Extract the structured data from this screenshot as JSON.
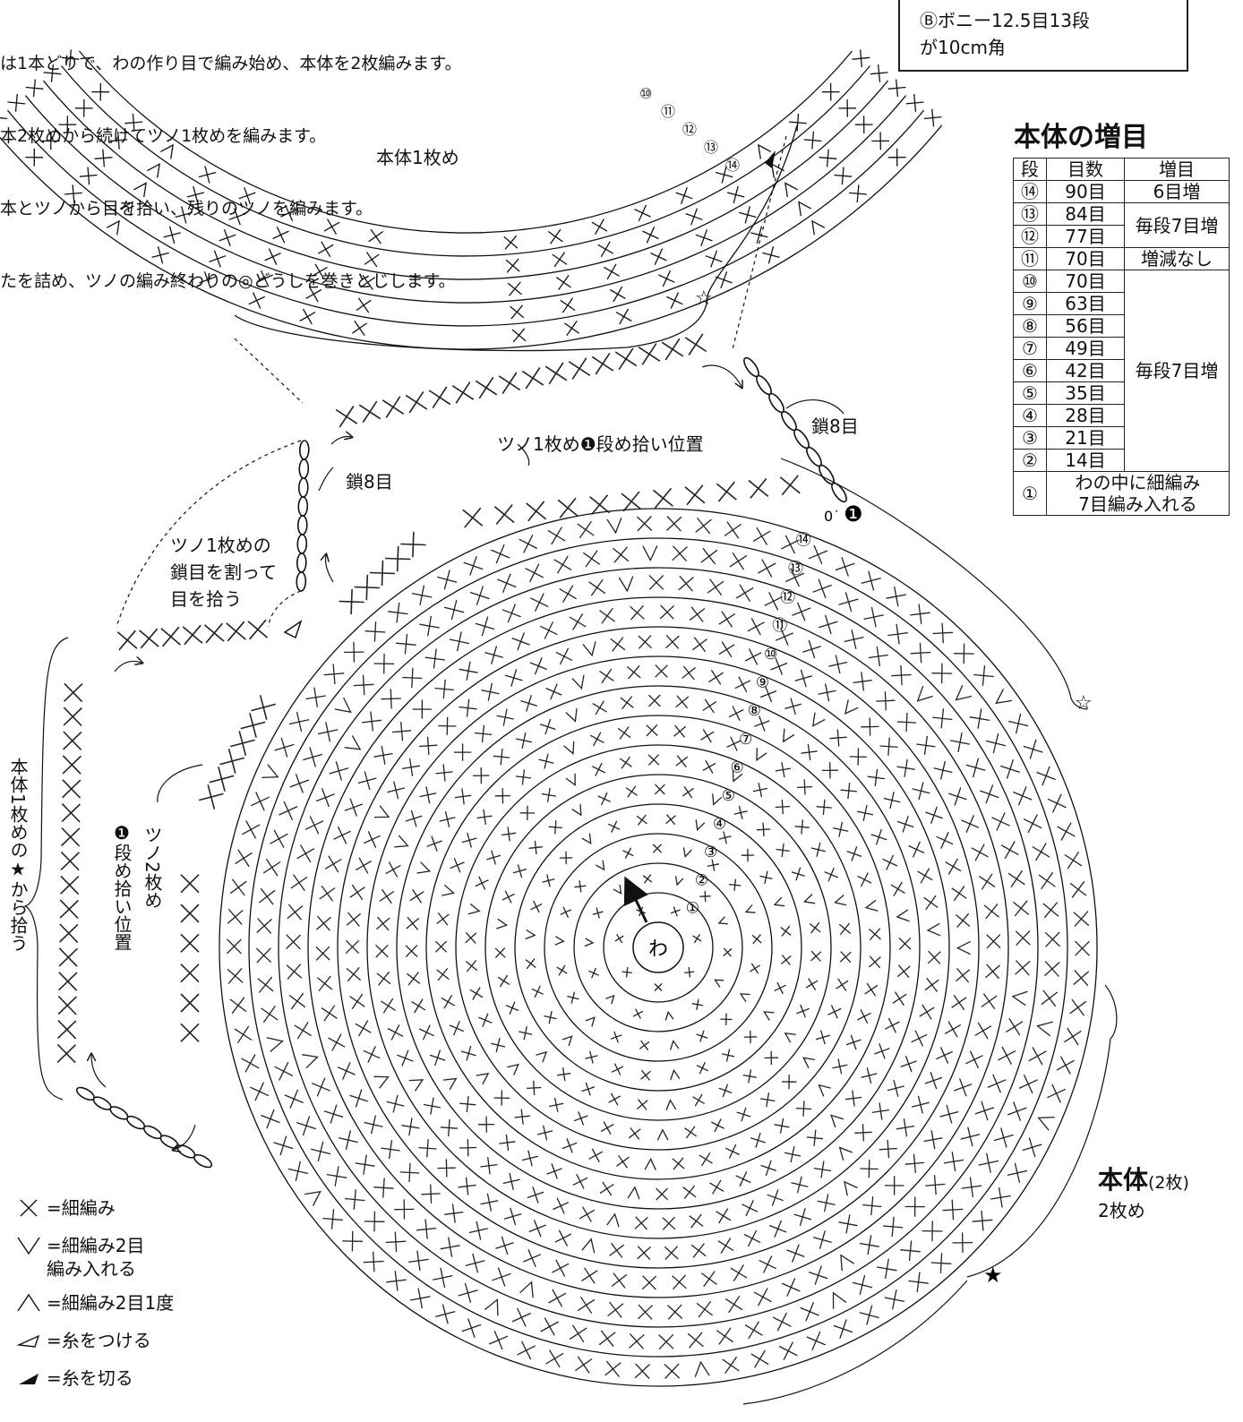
{
  "instructions": [
    "は1本どりで、わの作り目で編み始め、本体を2枚編みます。",
    "本2枚めから続けてツノ1枚めを編みます。",
    "本とツノから目を拾い、残りのツノを編みます。",
    "たを詰め、ツノの編み終わりの◎どうしを巻きとじします。"
  ],
  "gauge": {
    "line1": "Ⓑボニー12.5目13段",
    "line2": "が10cm角"
  },
  "increase_table": {
    "title": "本体の増目",
    "headers": [
      "段",
      "目数",
      "増目"
    ],
    "rows": [
      {
        "row": "⑭",
        "stitches": "90目",
        "inc": "6目増"
      },
      {
        "row": "⑬",
        "stitches": "84目",
        "inc": "毎段7目増"
      },
      {
        "row": "⑫",
        "stitches": "77目",
        "inc": ""
      },
      {
        "row": "⑪",
        "stitches": "70目",
        "inc": "増減なし"
      },
      {
        "row": "⑩",
        "stitches": "70目",
        "inc": "毎段7目増"
      },
      {
        "row": "⑨",
        "stitches": "63目",
        "inc": ""
      },
      {
        "row": "⑧",
        "stitches": "56目",
        "inc": ""
      },
      {
        "row": "⑦",
        "stitches": "49目",
        "inc": ""
      },
      {
        "row": "⑥",
        "stitches": "42目",
        "inc": ""
      },
      {
        "row": "⑤",
        "stitches": "35目",
        "inc": ""
      },
      {
        "row": "④",
        "stitches": "28目",
        "inc": ""
      },
      {
        "row": "③",
        "stitches": "21目",
        "inc": ""
      },
      {
        "row": "②",
        "stitches": "14目",
        "inc": ""
      },
      {
        "row": "①",
        "stitches": "わの中に細編み7目編み入れる",
        "inc": ""
      }
    ],
    "row1_line1": "わの中に細編み",
    "row1_line2": "7目編み入れる"
  },
  "labels": {
    "body1": "本体1枚め",
    "tsuno1_pickup": "ツノ1枚め❶段め拾い位置",
    "chain8_right": "鎖8目",
    "chain8_left": "鎖8目",
    "split_chain": [
      "ツノ1枚めの",
      "鎖目を割って",
      "目を拾う"
    ],
    "tsuno2_pickup_a": "ツノ2枚め",
    "tsuno2_pickup_b": "❶段め拾い位置",
    "pick_from_star": "本体1枚めの★から拾う",
    "body_title": "本体",
    "body_count": "(2枚)",
    "body_second": "2枚め",
    "ring": "わ",
    "star_white": "☆",
    "star_black": "★",
    "row_one_marker": "❶"
  },
  "round_numbers": [
    "①",
    "②",
    "③",
    "④",
    "⑤",
    "⑥",
    "⑦",
    "⑧",
    "⑨",
    "⑩",
    "⑪",
    "⑫",
    "⑬",
    "⑭"
  ],
  "arc_row_numbers": [
    "⑩",
    "⑪",
    "⑫",
    "⑬",
    "⑭"
  ],
  "legend": [
    {
      "icon": "sc-icon",
      "text": "=細編み"
    },
    {
      "icon": "sc-increase-icon",
      "text": "=細編み2目\n編み入れる"
    },
    {
      "icon": "sc-decrease-icon",
      "text": "=細編み2目1度"
    },
    {
      "icon": "join-yarn-icon",
      "text": "=糸をつける"
    },
    {
      "icon": "cut-yarn-icon",
      "text": "=糸を切る"
    }
  ],
  "chart_data": {
    "type": "crochet-chart",
    "rounds": 14,
    "stitches_per_round": [
      7,
      14,
      21,
      28,
      35,
      42,
      49,
      56,
      63,
      70,
      70,
      77,
      84,
      90
    ]
  }
}
